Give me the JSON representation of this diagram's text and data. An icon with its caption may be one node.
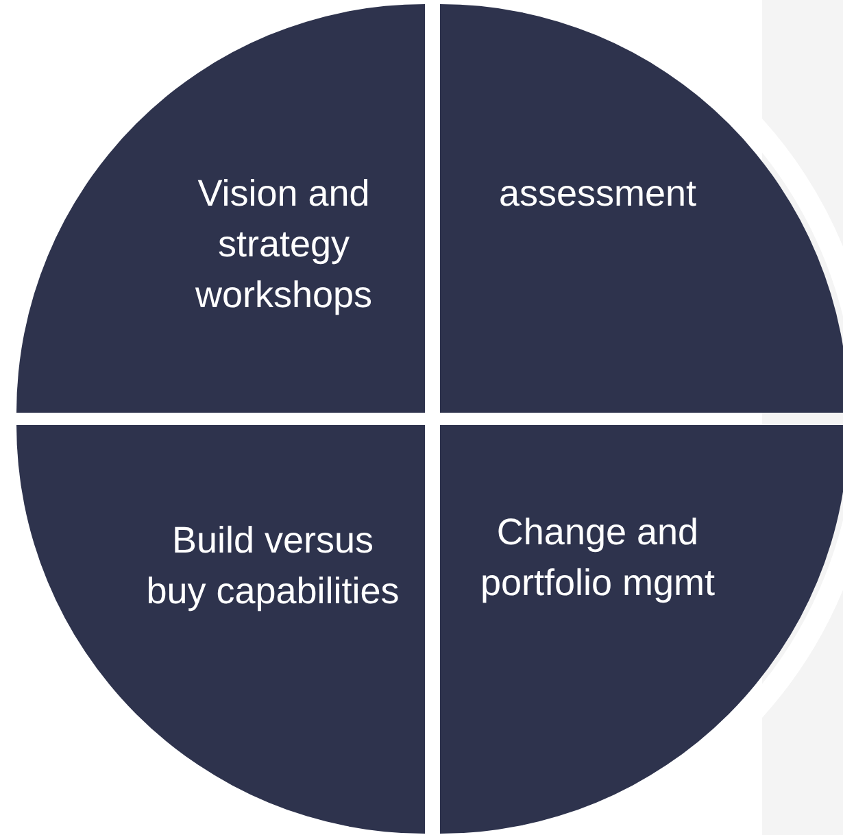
{
  "diagram": {
    "nodes": [
      {
        "text": [
          "Vision and strategy workshops"
        ]
      },
      {
        "text": [
          "assessment"
        ]
      },
      {
        "text": [
          "Build versus buy capabilities"
        ]
      },
      {
        "text": [
          "Change and portfolio mgmt"
        ]
      }
    ]
  }
}
